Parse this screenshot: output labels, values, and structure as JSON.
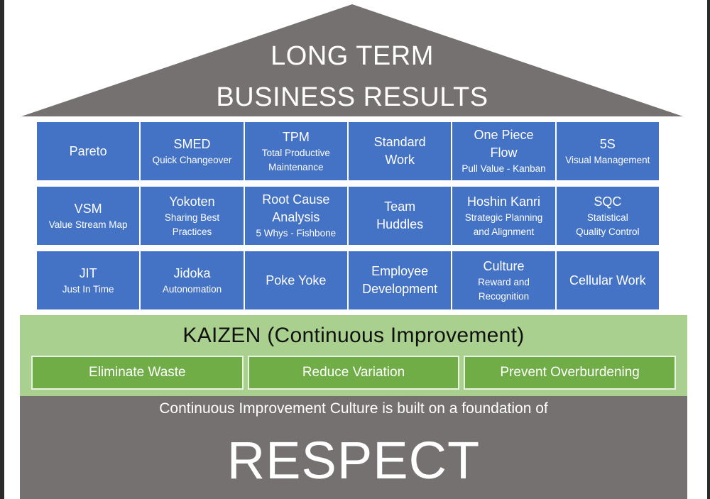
{
  "roof": {
    "line1": "LONG TERM",
    "line2": "BUSINESS RESULTS"
  },
  "pillars": [
    [
      {
        "title": [
          "Pareto"
        ],
        "sub": []
      },
      {
        "title": [
          "SMED"
        ],
        "sub": [
          "Quick Changeover"
        ]
      },
      {
        "title": [
          "TPM"
        ],
        "sub": [
          "Total Productive",
          "Maintenance"
        ]
      },
      {
        "title": [
          "Standard",
          "Work"
        ],
        "sub": []
      },
      {
        "title": [
          "One Piece",
          "Flow"
        ],
        "sub": [
          "Pull Value - Kanban"
        ]
      },
      {
        "title": [
          "5S"
        ],
        "sub": [
          "Visual Management"
        ]
      }
    ],
    [
      {
        "title": [
          "VSM"
        ],
        "sub": [
          "Value Stream Map"
        ]
      },
      {
        "title": [
          "Yokoten"
        ],
        "sub": [
          "Sharing Best",
          "Practices"
        ]
      },
      {
        "title": [
          "Root Cause",
          "Analysis"
        ],
        "sub": [
          "5 Whys - Fishbone"
        ]
      },
      {
        "title": [
          "Team",
          "Huddles"
        ],
        "sub": []
      },
      {
        "title": [
          "Hoshin Kanri"
        ],
        "sub": [
          "Strategic Planning",
          "and Alignment"
        ]
      },
      {
        "title": [
          "SQC"
        ],
        "sub": [
          "Statistical",
          "Quality Control"
        ]
      }
    ],
    [
      {
        "title": [
          "JIT"
        ],
        "sub": [
          "Just In Time"
        ]
      },
      {
        "title": [
          "Jidoka"
        ],
        "sub": [
          "Autonomation"
        ]
      },
      {
        "title": [
          "Poke Yoke"
        ],
        "sub": []
      },
      {
        "title": [
          "Employee",
          "Development"
        ],
        "sub": []
      },
      {
        "title": [
          "Culture"
        ],
        "sub": [
          "Reward and",
          "Recognition"
        ]
      },
      {
        "title": [
          "Cellular Work"
        ],
        "sub": []
      }
    ]
  ],
  "kaizen": {
    "title": "KAIZEN (Continuous Improvement)",
    "items": [
      "Eliminate Waste",
      "Reduce Variation",
      "Prevent Overburdening"
    ]
  },
  "foundation": {
    "subtitle": "Continuous Improvement Culture is built on a foundation of",
    "main": "RESPECT"
  },
  "colors": {
    "roof": "#767171",
    "pillar": "#4472c4",
    "kaizen_band": "#a9d08e",
    "kaizen_box": "#70ad47",
    "foundation": "#767171"
  }
}
